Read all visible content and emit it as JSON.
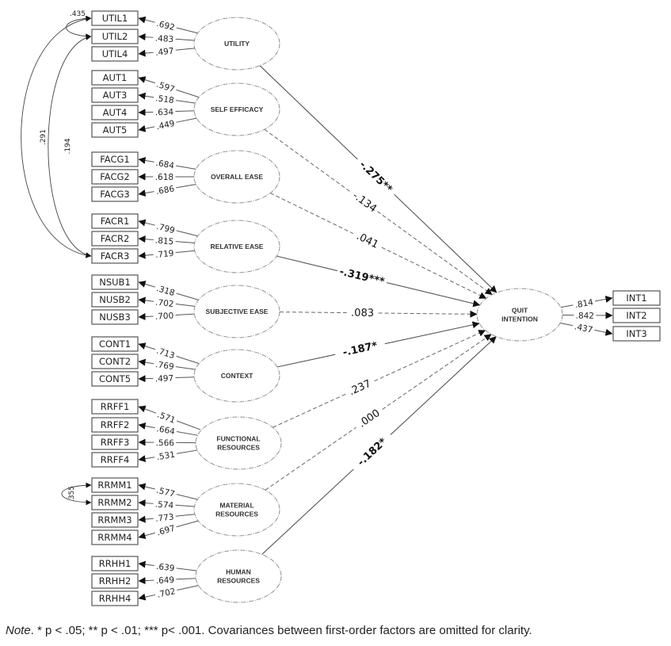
{
  "latents": [
    {
      "id": "UTIL",
      "label": [
        "UTILITY"
      ],
      "indicators": [
        {
          "name": "UTIL1",
          "loading": ".692"
        },
        {
          "name": "UTIL2",
          "loading": ".483"
        },
        {
          "name": "UTIL4",
          "loading": ".497"
        }
      ],
      "path": {
        "value": "-.275**",
        "significant": true
      }
    },
    {
      "id": "SE",
      "label": [
        "SELF EFFICACY"
      ],
      "indicators": [
        {
          "name": "AUT1",
          "loading": ".597"
        },
        {
          "name": "AUT3",
          "loading": ".518"
        },
        {
          "name": "AUT4",
          "loading": ".634"
        },
        {
          "name": "AUT5",
          "loading": ".449"
        }
      ],
      "path": {
        "value": "-.134",
        "significant": false
      }
    },
    {
      "id": "OE",
      "label": [
        "OVERALL EASE"
      ],
      "indicators": [
        {
          "name": "FACG1",
          "loading": ".684"
        },
        {
          "name": "FACG2",
          "loading": ".618"
        },
        {
          "name": "FACG3",
          "loading": ".686"
        }
      ],
      "path": {
        "value": ".041",
        "significant": false
      }
    },
    {
      "id": "RE",
      "label": [
        "RELATIVE EASE"
      ],
      "indicators": [
        {
          "name": "FACR1",
          "loading": ".799"
        },
        {
          "name": "FACR2",
          "loading": ".815"
        },
        {
          "name": "FACR3",
          "loading": ".719"
        }
      ],
      "path": {
        "value": "-.319***",
        "significant": true
      }
    },
    {
      "id": "SUB",
      "label": [
        "SUBJECTIVE EASE"
      ],
      "indicators": [
        {
          "name": "NSUB1",
          "loading": ".318"
        },
        {
          "name": "NUSB2",
          "loading": ".702"
        },
        {
          "name": "NUSB3",
          "loading": ".700"
        }
      ],
      "path": {
        "value": ".083",
        "significant": false
      }
    },
    {
      "id": "CON",
      "label": [
        "CONTEXT"
      ],
      "indicators": [
        {
          "name": "CONT1",
          "loading": ".713"
        },
        {
          "name": "CONT2",
          "loading": ".769"
        },
        {
          "name": "CONT5",
          "loading": ".497"
        }
      ],
      "path": {
        "value": "-.187*",
        "significant": true
      }
    },
    {
      "id": "FR",
      "label": [
        "FUNCTIONAL",
        "RESOURCES"
      ],
      "indicators": [
        {
          "name": "RRFF1",
          "loading": ".571"
        },
        {
          "name": "RRFF2",
          "loading": ".664"
        },
        {
          "name": "RRFF3",
          "loading": ".566"
        },
        {
          "name": "RRFF4",
          "loading": ".531"
        }
      ],
      "path": {
        "value": ".237",
        "significant": false
      }
    },
    {
      "id": "MR",
      "label": [
        "MATERIAL",
        "RESOURCES"
      ],
      "indicators": [
        {
          "name": "RRMM1",
          "loading": ".577"
        },
        {
          "name": "RRMM2",
          "loading": ".574"
        },
        {
          "name": "RRMM3",
          "loading": ".773"
        },
        {
          "name": "RRMM4",
          "loading": ".697"
        }
      ],
      "path": {
        "value": ".000",
        "significant": false
      }
    },
    {
      "id": "HR",
      "label": [
        "HUMAN",
        "RESOURCES"
      ],
      "indicators": [
        {
          "name": "RRHH1",
          "loading": ".639"
        },
        {
          "name": "RRHH2",
          "loading": ".649"
        },
        {
          "name": "RRHH4",
          "loading": ".702"
        }
      ],
      "path": {
        "value": "-.182*",
        "significant": true
      }
    }
  ],
  "outcome": {
    "id": "QI",
    "label": [
      "QUIT",
      "INTENTION"
    ],
    "indicators": [
      {
        "name": "INT1",
        "loading": ".814"
      },
      {
        "name": "INT2",
        "loading": ".842"
      },
      {
        "name": "INT3",
        "loading": ".437"
      }
    ]
  },
  "covariances": [
    {
      "from": "UTIL1",
      "to": "UTIL2",
      "value": ".435"
    },
    {
      "from": "UTIL1",
      "to": "FACR3",
      "value": ".291"
    },
    {
      "from": "UTIL2",
      "to": "FACR3",
      "value": ".194"
    },
    {
      "from": "RRMM1",
      "to": "RRMM2",
      "value": ".355"
    }
  ],
  "note": {
    "lead": "Note",
    "text": ". * p < .05; ** p < .01; *** p< .001. Covariances between first-order factors are omitted for clarity."
  }
}
